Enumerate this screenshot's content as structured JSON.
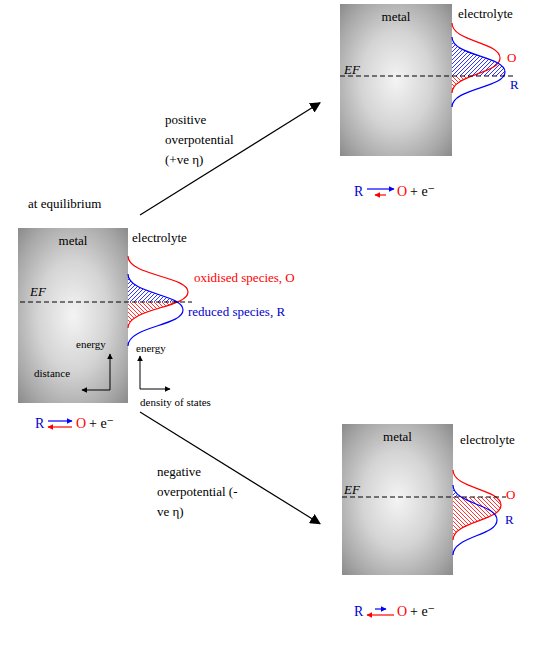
{
  "diagram": {
    "nodes": [
      {
        "text": [
          "metal"
        ]
      },
      {
        "text": [
          "metal"
        ]
      },
      {
        "text": [
          "metal"
        ]
      }
    ],
    "edges": [
      {
        "from": 1,
        "to": 0,
        "arrow": "to",
        "label": "positive overpotential (+ve η)"
      },
      {
        "from": 1,
        "to": 2,
        "arrow": "to",
        "label": "negative overpotential (-ve η)"
      }
    ],
    "labels": [
      "electrolyte",
      "EF",
      "O",
      "R",
      "R",
      "O",
      "+ e⁻",
      "at equilibrium",
      "electrolyte",
      "EF",
      "oxidised species, O",
      "reduced species, R",
      "energy",
      "distance",
      "energy",
      "density of states",
      "R",
      "O",
      "+ e⁻",
      "electrolyte",
      "EF",
      "O",
      "R",
      "R",
      "O",
      "+ e⁻"
    ]
  }
}
